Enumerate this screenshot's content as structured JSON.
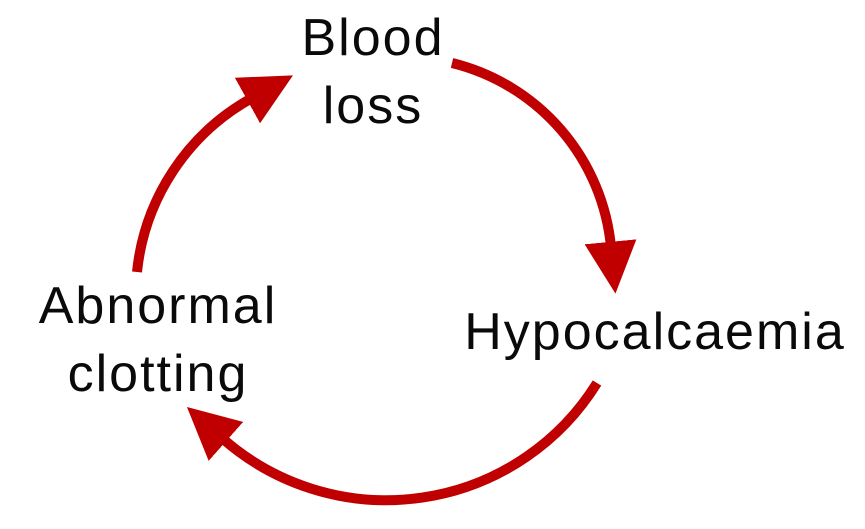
{
  "diagram": {
    "type": "cycle",
    "background_color": "#ffffff",
    "arrow_color": "#c00000",
    "text_color": "#0a0a0a",
    "nodes": [
      {
        "id": "blood-loss",
        "lines": [
          "Blood",
          "loss"
        ]
      },
      {
        "id": "hypocalcaemia",
        "lines": [
          "Hypocalcaemia"
        ]
      },
      {
        "id": "abnormal-clotting",
        "lines": [
          "Abnormal",
          "clotting"
        ]
      }
    ],
    "edges": [
      {
        "from": "blood-loss",
        "to": "hypocalcaemia"
      },
      {
        "from": "hypocalcaemia",
        "to": "abnormal-clotting"
      },
      {
        "from": "abnormal-clotting",
        "to": "blood-loss"
      }
    ]
  }
}
